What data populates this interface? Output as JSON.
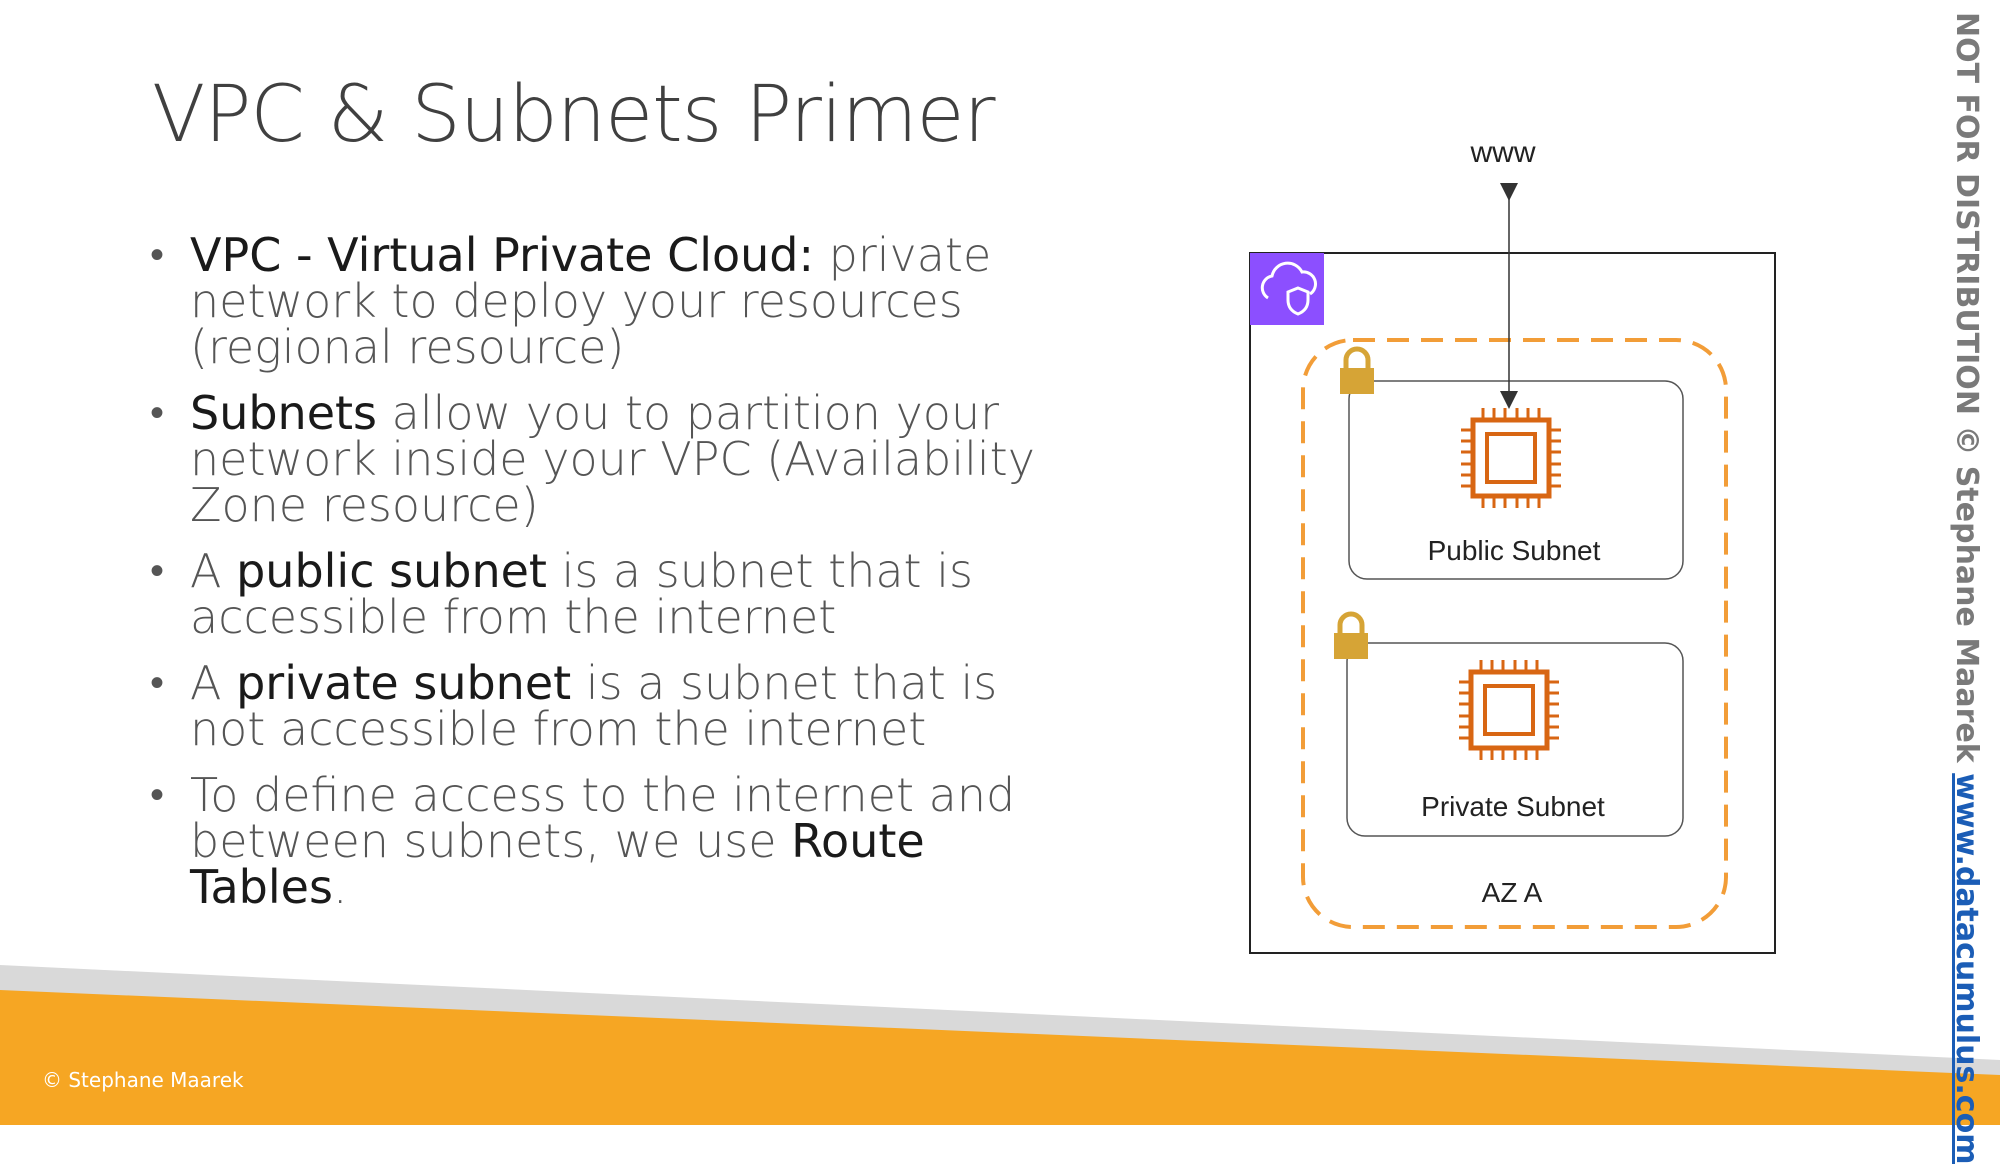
{
  "slide": {
    "title": "VPC & Subnets Primer",
    "bullets": [
      {
        "kw": "VPC - Virtual Private Cloud:",
        "rest": " private network to deploy your resources (regional resource)"
      },
      {
        "kw": "Subnets",
        "rest": " allow you to partition your network inside your VPC (Availability Zone resource)"
      },
      {
        "pre": "A ",
        "kw": "public subnet",
        "rest": " is a subnet that is accessible from the internet"
      },
      {
        "pre": "A ",
        "kw": "private subnet",
        "rest": " is a subnet that is not accessible from the internet"
      },
      {
        "pre": "To define access to the internet and between subnets, we use ",
        "kw": "Route Tables",
        "rest": "."
      }
    ]
  },
  "diagram": {
    "internet_label": "www",
    "public_subnet_label": "Public Subnet",
    "private_subnet_label": "Private Subnet",
    "az_label": "AZ A",
    "colors": {
      "az_border": "#f29d38",
      "ec2": "#d86613",
      "lock": "#d6a436",
      "vpc_icon_bg": "#8c4fff"
    }
  },
  "side": {
    "notice": "NOT FOR DISTRIBUTION © Stephane Maarek ",
    "url": "www.datacumulus.com"
  },
  "footer": {
    "copyright": "© Stephane Maarek",
    "colors": {
      "band": "#f6a623",
      "band_shadow": "#d9d9d9"
    }
  }
}
